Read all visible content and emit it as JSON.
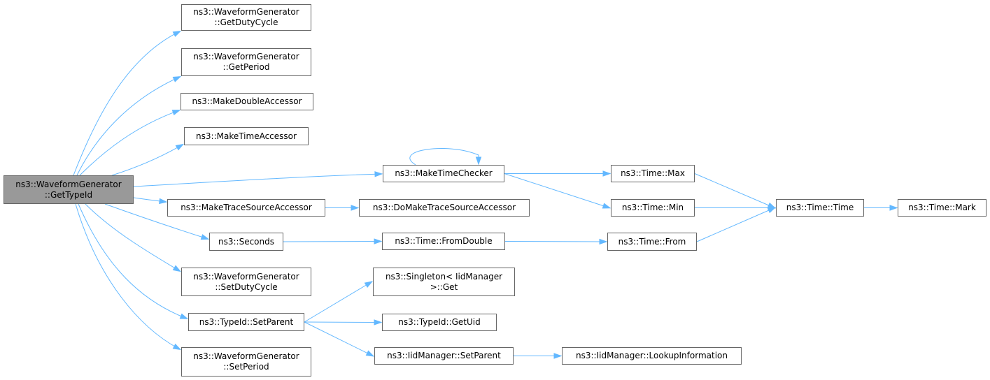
{
  "edge_color": "#63b8ff",
  "root_fill": "#999999",
  "node_border": "#666666",
  "nodes": [
    {
      "id": "root",
      "lines": [
        "ns3::WaveformGenerator",
        "::GetTypeId"
      ]
    },
    {
      "id": "getdutycycle",
      "lines": [
        "ns3::WaveformGenerator",
        "::GetDutyCycle"
      ]
    },
    {
      "id": "getperiod",
      "lines": [
        "ns3::WaveformGenerator",
        "::GetPeriod"
      ]
    },
    {
      "id": "makedoubleaccessor",
      "lines": [
        "ns3::MakeDoubleAccessor"
      ]
    },
    {
      "id": "maketimeaccessor",
      "lines": [
        "ns3::MakeTimeAccessor"
      ]
    },
    {
      "id": "maketimechecker",
      "lines": [
        "ns3::MakeTimeChecker"
      ]
    },
    {
      "id": "maketracesourceaccessor",
      "lines": [
        "ns3::MakeTraceSourceAccessor"
      ]
    },
    {
      "id": "domaketracesourceaccessor",
      "lines": [
        "ns3::DoMakeTraceSourceAccessor"
      ]
    },
    {
      "id": "seconds",
      "lines": [
        "ns3::Seconds"
      ]
    },
    {
      "id": "setdutycycle",
      "lines": [
        "ns3::WaveformGenerator",
        "::SetDutyCycle"
      ]
    },
    {
      "id": "typeid-setparent",
      "lines": [
        "ns3::TypeId::SetParent"
      ]
    },
    {
      "id": "setperiod",
      "lines": [
        "ns3::WaveformGenerator",
        "::SetPeriod"
      ]
    },
    {
      "id": "time-max",
      "lines": [
        "ns3::Time::Max"
      ]
    },
    {
      "id": "time-min",
      "lines": [
        "ns3::Time::Min"
      ]
    },
    {
      "id": "time-fromdouble",
      "lines": [
        "ns3::Time::FromDouble"
      ]
    },
    {
      "id": "singleton-get",
      "lines": [
        "ns3::Singleton< IidManager",
        ">::Get"
      ]
    },
    {
      "id": "typeid-getuid",
      "lines": [
        "ns3::TypeId::GetUid"
      ]
    },
    {
      "id": "iidmanager-setparent",
      "lines": [
        "ns3::IidManager::SetParent"
      ]
    },
    {
      "id": "time-time",
      "lines": [
        "ns3::Time::Time"
      ]
    },
    {
      "id": "time-from",
      "lines": [
        "ns3::Time::From"
      ]
    },
    {
      "id": "iidmanager-lookupinformation",
      "lines": [
        "ns3::IidManager::LookupInformation"
      ]
    },
    {
      "id": "time-mark",
      "lines": [
        "ns3::Time::Mark"
      ]
    }
  ],
  "edges": [
    [
      "root",
      "getdutycycle"
    ],
    [
      "root",
      "getperiod"
    ],
    [
      "root",
      "makedoubleaccessor"
    ],
    [
      "root",
      "maketimeaccessor"
    ],
    [
      "root",
      "maketimechecker"
    ],
    [
      "root",
      "maketracesourceaccessor"
    ],
    [
      "root",
      "seconds"
    ],
    [
      "root",
      "setdutycycle"
    ],
    [
      "root",
      "typeid-setparent"
    ],
    [
      "root",
      "setperiod"
    ],
    [
      "maketimechecker",
      "maketimechecker"
    ],
    [
      "maketimechecker",
      "time-max"
    ],
    [
      "maketimechecker",
      "time-min"
    ],
    [
      "maketracesourceaccessor",
      "domaketracesourceaccessor"
    ],
    [
      "seconds",
      "time-fromdouble"
    ],
    [
      "typeid-setparent",
      "singleton-get"
    ],
    [
      "typeid-setparent",
      "typeid-getuid"
    ],
    [
      "typeid-setparent",
      "iidmanager-setparent"
    ],
    [
      "time-max",
      "time-time"
    ],
    [
      "time-min",
      "time-time"
    ],
    [
      "time-fromdouble",
      "time-from"
    ],
    [
      "time-from",
      "time-time"
    ],
    [
      "iidmanager-setparent",
      "iidmanager-lookupinformation"
    ],
    [
      "time-time",
      "time-mark"
    ]
  ]
}
